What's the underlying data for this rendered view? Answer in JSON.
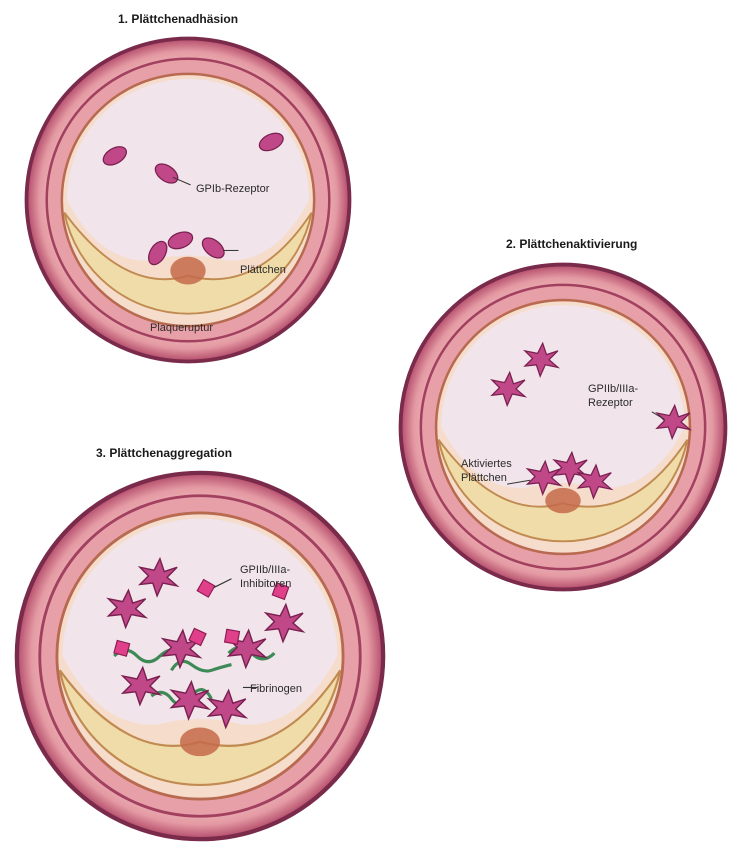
{
  "panels": [
    {
      "title": "1. Plättchenadhäsion",
      "labels": {
        "receptor": "GPIb-Rezeptor",
        "platelet": "Plättchen",
        "rupture": "Plaqueruptur"
      }
    },
    {
      "title": "2. Plättchenaktivierung",
      "labels": {
        "receptor_line1": "GPIIb/IIIa-",
        "receptor_line2": "Rezeptor",
        "activated_line1": "Aktiviertes",
        "activated_line2": "Plättchen"
      }
    },
    {
      "title": "3. Plättchenaggregation",
      "labels": {
        "inhibitor_line1": "GPIIb/IIIa-",
        "inhibitor_line2": "Inhibitoren",
        "fibrinogen": "Fibrinogen"
      }
    }
  ],
  "colors": {
    "vessel_outer": "#b34a6a",
    "vessel_wall": "#e8a0a8",
    "vessel_band": "#d97c8a",
    "intima": "#f3d9c8",
    "lumen": "#f1e4ea",
    "plaque": "#f0dca8",
    "platelet": "#c04888",
    "inhibitor": "#e0408a",
    "fibrinogen": "#3e8a56"
  }
}
